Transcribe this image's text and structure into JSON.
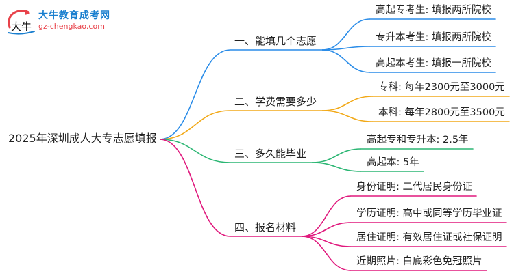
{
  "logo": {
    "title": "大牛教育成考网",
    "url": "gz-chengkao.com",
    "mark_text": "大牛"
  },
  "colors": {
    "blue": "#2a8ce8",
    "orange": "#f2a918",
    "green": "#2bb673",
    "pink": "#e0197d"
  },
  "mindmap": {
    "root": "2025年深圳成人大专志愿填报",
    "branches": [
      {
        "label": "一、能填几个志愿",
        "color": "blue",
        "children": [
          "高起专考生: 填报两所院校",
          "专升本考生: 填报两所院校",
          "高起本考生: 填报一所院校"
        ]
      },
      {
        "label": "二、学费需要多少",
        "color": "orange",
        "children": [
          "专科: 每年2300元至3000元",
          "本科: 每年2800元至3500元"
        ]
      },
      {
        "label": "三、多久能毕业",
        "color": "green",
        "children": [
          "高起专和专升本: 2.5年",
          "高起本: 5年"
        ]
      },
      {
        "label": "四、报名材料",
        "color": "pink",
        "children": [
          "身份证明: 二代居民身份证",
          "学历证明: 高中或同等学历毕业证",
          "居住证明: 有效居住证或社保证明",
          "近期照片: 白底彩色免冠照片"
        ]
      }
    ]
  }
}
